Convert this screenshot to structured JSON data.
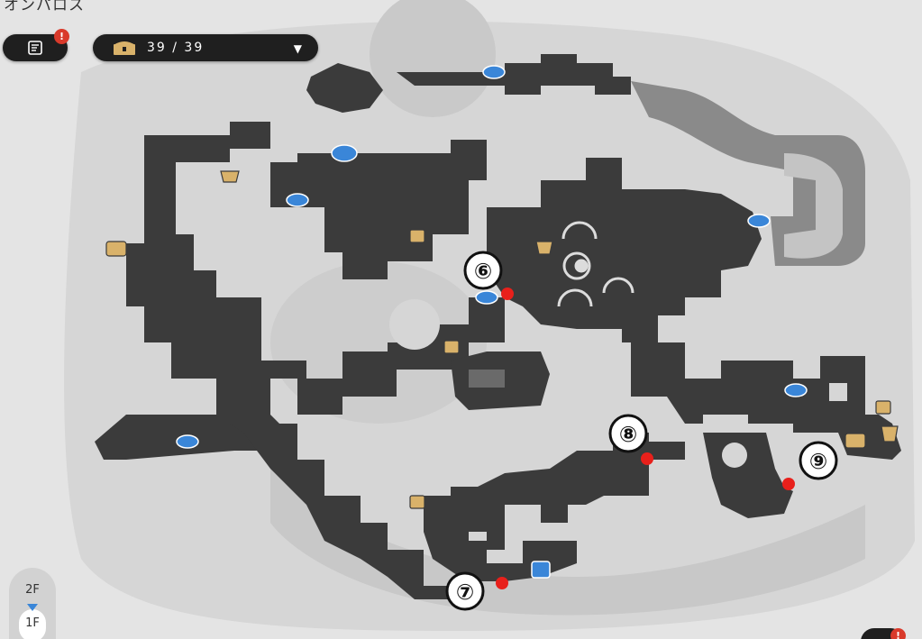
{
  "header": {
    "region_name": "オンパロス"
  },
  "toolbar": {
    "journal_alert": "!",
    "chest_count": "39 / 39",
    "dropdown_icon": "caret-down-icon"
  },
  "floors": {
    "upper": "2F",
    "current": "1F"
  },
  "corner": {
    "alert": "!"
  },
  "markers": [
    {
      "label": "⑥",
      "type": "spot"
    },
    {
      "label": "⑦",
      "type": "spot"
    },
    {
      "label": "⑧",
      "type": "spot"
    },
    {
      "label": "⑨",
      "type": "spot"
    }
  ],
  "icons": {
    "warp": "space-anchor-icon",
    "puzzle": "puzzle-piece-icon",
    "exit": "exit-door-icon",
    "bell": "bell-icon",
    "shop": "shop-icon"
  },
  "colors": {
    "wall": "#3a3a3a",
    "ground": "#cfcfcf",
    "marker": "#e8201b",
    "warp": "#3a86d8",
    "puzzle": "#d9b26a"
  }
}
